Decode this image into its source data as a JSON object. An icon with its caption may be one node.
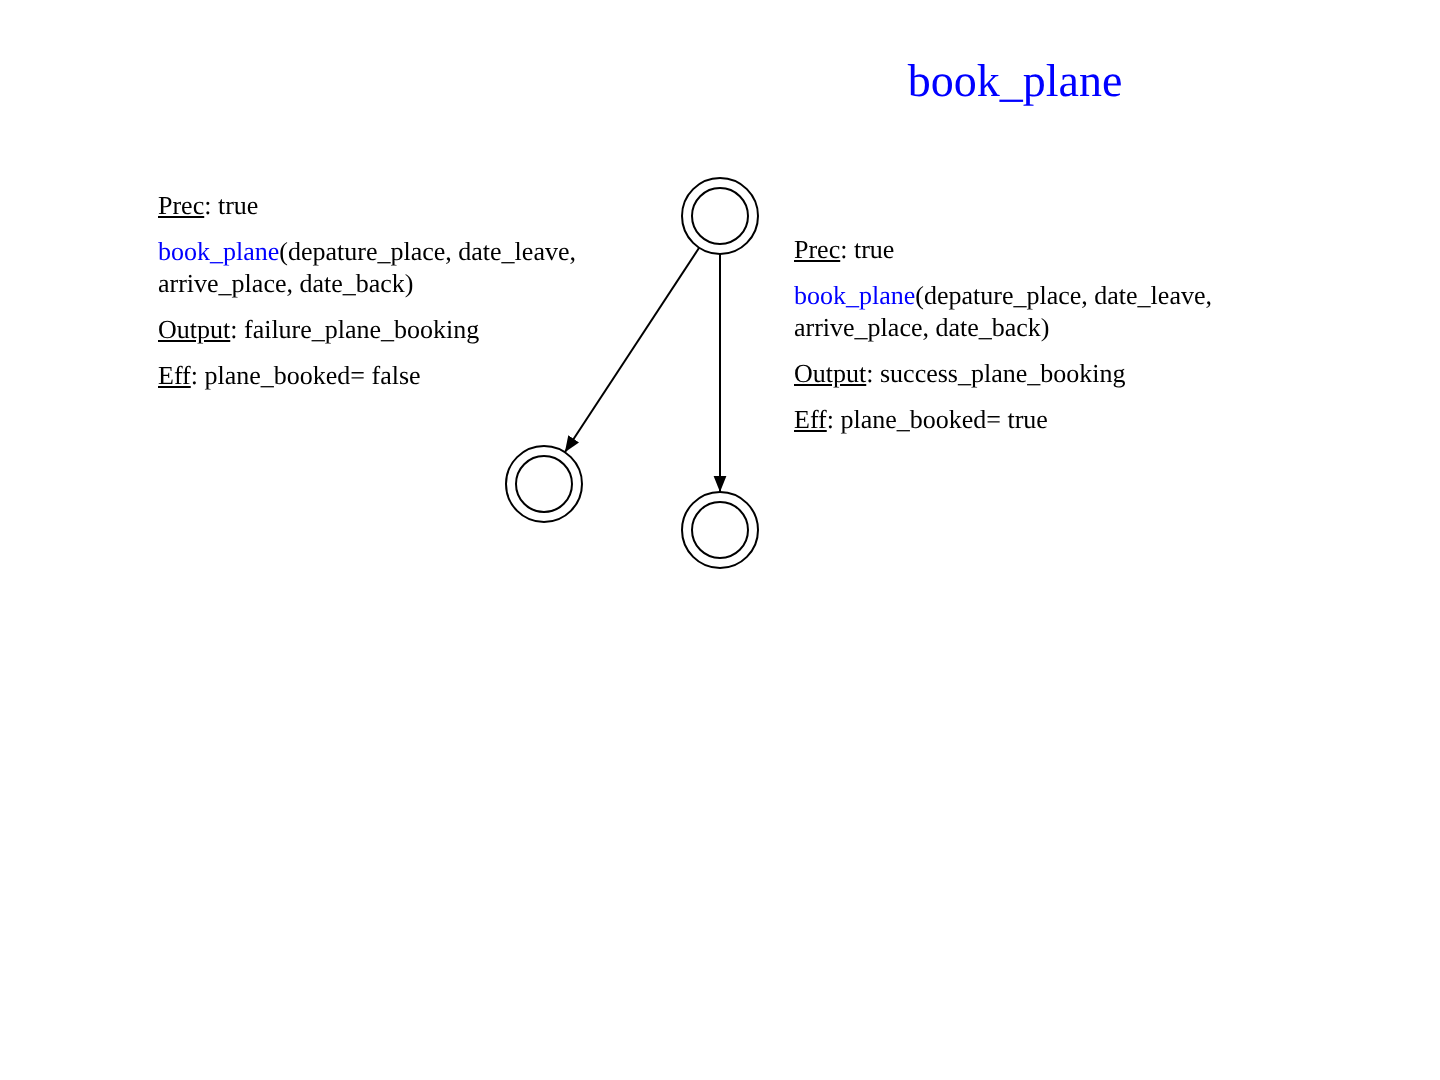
{
  "diagram": {
    "title": "book_plane",
    "nodes": [
      {
        "text": [],
        "shape": "circle"
      },
      {
        "text": [],
        "shape": "circle"
      },
      {
        "text": [],
        "shape": "circle"
      }
    ],
    "edges": [
      {
        "from": 0,
        "to": 1,
        "arrow": "to"
      },
      {
        "from": 0,
        "to": 2,
        "arrow": "to"
      }
    ],
    "labels": [
      "Prec:  true",
      "book_plane(depature_place, date_leave, arrive_place, date_back)",
      "Output: failure_plane_booking",
      "Eff: plane_booked= false",
      "Prec:  true",
      "book_plane(depature_place, date_leave, arrive_place, date_back)",
      "Output: success_plane_booking",
      "Eff: plane_booked= true"
    ]
  }
}
